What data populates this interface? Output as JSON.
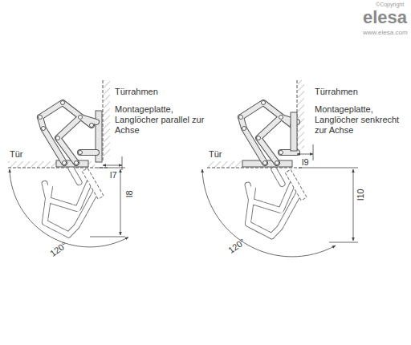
{
  "diagram": {
    "labels": [
      "©Copyright",
      "elesa",
      "www.elesa.com",
      "Türrahmen",
      "Montageplatte, Langlöcher parallel zur Achse",
      "Tür",
      "l7",
      "l8",
      "120°",
      "Türrahmen",
      "Montageplatte, Langlöcher senkrecht zur Achse",
      "Tür",
      "l9",
      "l10",
      "120°"
    ]
  }
}
